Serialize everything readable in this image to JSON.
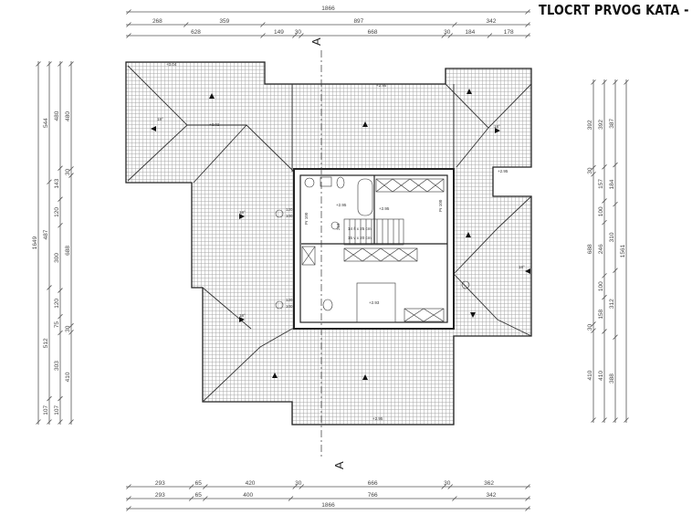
{
  "title": "TLOCRT PRVOG KATA - NOV",
  "section_label": "A",
  "dimensions": {
    "top": [
      {
        "values": [
          1866
        ]
      },
      {
        "values": [
          268,
          359,
          897,
          342
        ]
      },
      {
        "values": [
          628,
          149,
          30,
          668,
          30,
          184,
          178
        ]
      }
    ],
    "bottom": [
      {
        "values": [
          293,
          65,
          420,
          30,
          666,
          30,
          362
        ]
      },
      {
        "values": [
          293,
          65,
          400,
          766,
          342
        ]
      },
      {
        "values": [
          1866
        ]
      }
    ],
    "left": [
      {
        "values": [
          1649
        ]
      },
      {
        "values": [
          544,
          487,
          512,
          107
        ]
      },
      {
        "values": [
          480,
          143,
          120,
          300,
          120,
          75,
          303,
          107
        ]
      },
      {
        "values": [
          480,
          30,
          688,
          30,
          410
        ]
      }
    ],
    "right": [
      {
        "values": [
          392,
          30,
          688,
          30,
          410
        ]
      },
      {
        "values": [
          392,
          157,
          100,
          246,
          100,
          158,
          410
        ]
      },
      {
        "values": [
          387,
          184,
          310,
          312,
          388
        ]
      },
      {
        "values": [
          1561
        ]
      }
    ]
  },
  "labels": {
    "stair_line1": "14 š x 25 cm",
    "stair_line2": "15 v x 20 cm",
    "level_a": "+2.95",
    "level_b": "+2.95",
    "level_c": "+2.93",
    "level_d": "+3.04",
    "level_e": "+3.02",
    "level_f": "+2.95",
    "level_g": "+2.95",
    "level_h": "+2.95",
    "slope": "18°",
    "win_120": "120",
    "win_100": "100",
    "door_100": "Pr 100",
    "door_210": "210"
  },
  "colors": {
    "line": "#222222",
    "hatch": "#9a9a9a"
  }
}
